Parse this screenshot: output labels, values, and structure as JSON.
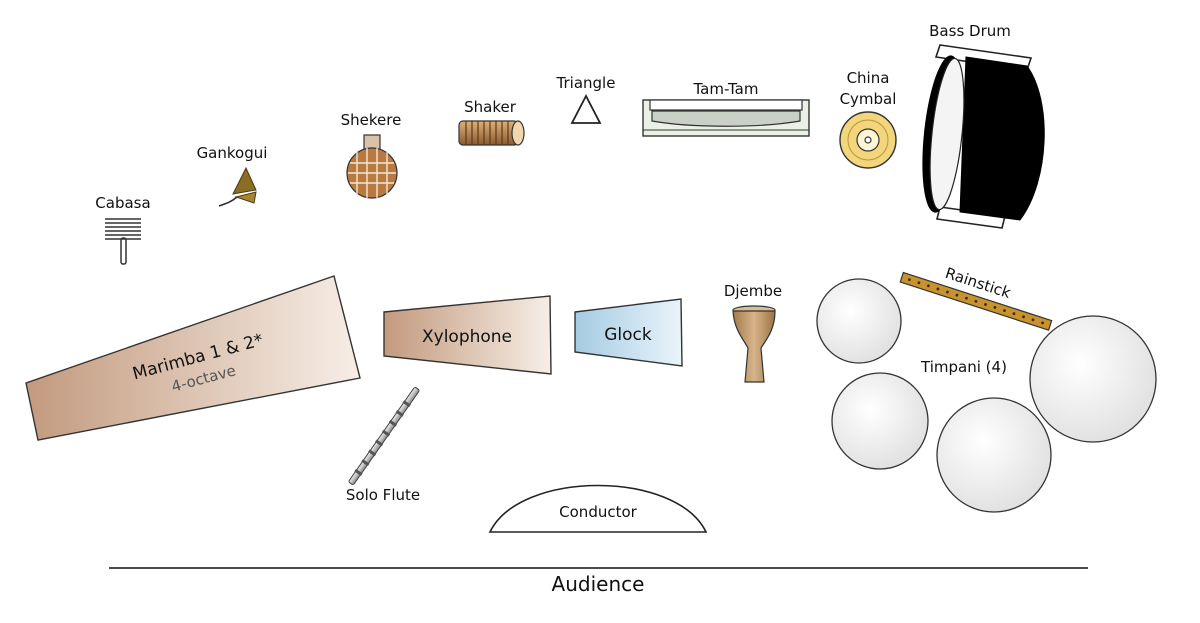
{
  "diagram": {
    "labels": {
      "cabasa": "Cabasa",
      "gankogui": "Gankogui",
      "shekere": "Shekere",
      "shaker": "Shaker",
      "triangle": "Triangle",
      "tam_tam": "Tam-Tam",
      "china_cymbal_1": "China",
      "china_cymbal_2": "Cymbal",
      "bass_drum": "Bass Drum",
      "marimba_1": "Marimba 1 & 2*",
      "marimba_2": "4-octave",
      "xylophone": "Xylophone",
      "glock": "Glock",
      "djembe": "Djembe",
      "rainstick": "Rainstick",
      "timpani": "Timpani (4)",
      "solo_flute": "Solo Flute",
      "conductor": "Conductor",
      "audience": "Audience"
    },
    "colors": {
      "wood_dark": "#c39a7c",
      "wood_light": "#f5ece4",
      "glock_dark": "#a9cde3",
      "glock_light": "#e8f3fa",
      "cymbal": "#f2d47a",
      "timpani": "#e9e9e9",
      "gankogui": "#8a6d2a",
      "rainstick": "#c8922e"
    }
  }
}
